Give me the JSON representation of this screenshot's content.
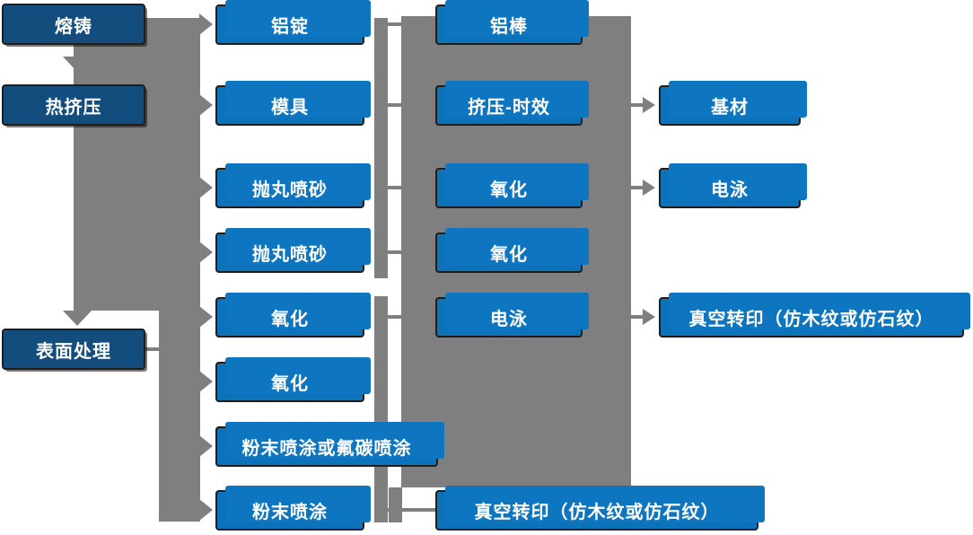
{
  "nodes": {
    "c1r1": "熔铸",
    "c1r2": "热挤压",
    "c1r3": "表面处理",
    "c2r1": "铝锭",
    "c2r2": "模具",
    "c2r3": "抛丸喷砂",
    "c2r4": "抛丸喷砂",
    "c2r5": "氧化",
    "c2r6": "氧化",
    "c2r7": "粉末喷涂或氟碳喷涂",
    "c2r8": "粉末喷涂",
    "c3r1": "铝棒",
    "c3r2": "挤压-时效",
    "c3r3": "氧化",
    "c3r4": "氧化",
    "c3r5": "电泳",
    "c3r8": "真空转印（仿木纹或仿石纹）",
    "c4r2": "基材",
    "c4r3": "电泳",
    "c4r5": "真空转印（仿木纹或仿石纹）"
  },
  "colors": {
    "process_box_dark_blue": "#124d7e",
    "step_box_bright_blue": "#0c72ba",
    "connector_gray": "#7f7f7f",
    "box_border": "#1e1e1e",
    "text": "#ffffff"
  },
  "edges": [
    {
      "from": "c1r1",
      "to": "c1r2",
      "type": "arrow-down"
    },
    {
      "from": "c1r2",
      "to": "c1r3",
      "type": "arrow-down"
    },
    {
      "from": "left-spine",
      "to": "c2r1",
      "type": "arrow-right"
    },
    {
      "from": "left-spine",
      "to": "c2r2",
      "type": "arrow-right"
    },
    {
      "from": "left-spine",
      "to": "c2r3",
      "type": "arrow-right"
    },
    {
      "from": "left-spine",
      "to": "c2r4",
      "type": "arrow-right"
    },
    {
      "from": "left-spine",
      "to": "c2r5",
      "type": "arrow-right"
    },
    {
      "from": "left-spine",
      "to": "c2r6",
      "type": "arrow-right"
    },
    {
      "from": "left-spine",
      "to": "c2r7",
      "type": "arrow-right"
    },
    {
      "from": "left-spine",
      "to": "c2r8",
      "type": "arrow-right"
    },
    {
      "from": "c1r3",
      "to": "left-spine",
      "type": "line"
    },
    {
      "from": "c2r1",
      "to": "c3r1",
      "type": "line"
    },
    {
      "from": "c2r2",
      "to": "c3r2",
      "type": "line"
    },
    {
      "from": "c2r3",
      "to": "c3r3",
      "type": "line"
    },
    {
      "from": "c2r4",
      "to": "c3r4",
      "type": "line"
    },
    {
      "from": "c2r5",
      "to": "c3r5",
      "type": "line"
    },
    {
      "from": "c2r8",
      "to": "c3r8",
      "type": "line"
    },
    {
      "from": "c3r2",
      "to": "c4r2",
      "type": "arrow-right"
    },
    {
      "from": "c3r3",
      "to": "c4r3",
      "type": "arrow-right"
    },
    {
      "from": "c3r5",
      "to": "c4r5",
      "type": "arrow-right"
    }
  ]
}
